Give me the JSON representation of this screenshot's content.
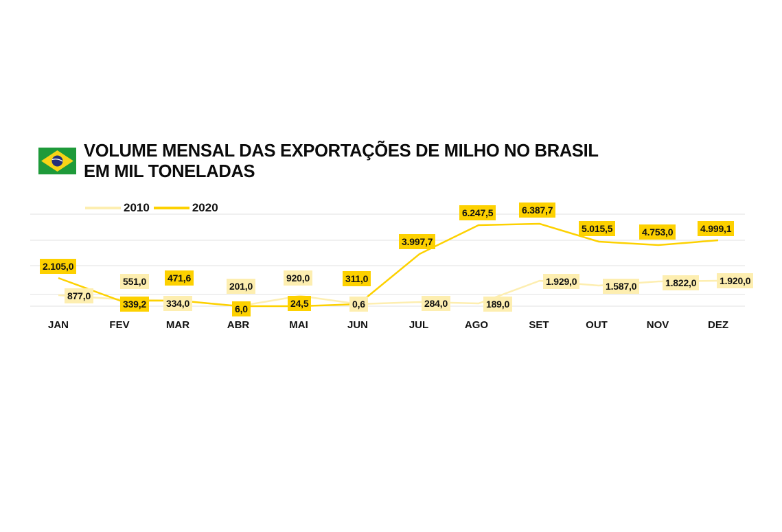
{
  "header": {
    "flag_icon": "brazil-flag-icon",
    "title_line1": "VOLUME MENSAL DAS EXPORTAÇÕES DE MILHO NO BRASIL",
    "title_line2": "EM MIL TONELADAS"
  },
  "legend": {
    "items": [
      {
        "label": "2010",
        "color": "#fdeeb0"
      },
      {
        "label": "2020",
        "color": "#fdd100"
      }
    ]
  },
  "months": [
    "JAN",
    "FEV",
    "MAR",
    "ABR",
    "MAI",
    "JUN",
    "JUL",
    "AGO",
    "SET",
    "OUT",
    "NOV",
    "DEZ"
  ],
  "labels": {
    "s2010": [
      "877,0",
      "551,0",
      "334,0",
      "201,0",
      "920,0",
      "0,6",
      "284,0",
      "189,0",
      "1.929,0",
      "1.587,0",
      "1.822,0",
      "1.920,0"
    ],
    "s2020": [
      "2.105,0",
      "339,2",
      "471,6",
      "6,0",
      "24,5",
      "311,0",
      "3.997,7",
      "6.247,5",
      "6.387,7",
      "5.015,5",
      "4.753,0",
      "4.999,1"
    ]
  },
  "chart_data": {
    "type": "line",
    "title": "VOLUME MENSAL DAS EXPORTAÇÕES DE MILHO NO BRASIL EM MIL TONELADAS",
    "xlabel": "",
    "ylabel": "mil toneladas",
    "categories": [
      "JAN",
      "FEV",
      "MAR",
      "ABR",
      "MAI",
      "JUN",
      "JUL",
      "AGO",
      "SET",
      "OUT",
      "NOV",
      "DEZ"
    ],
    "series": [
      {
        "name": "2010",
        "color": "#fdeeb0",
        "values": [
          877.0,
          551.0,
          334.0,
          201.0,
          920.0,
          0.6,
          284.0,
          189.0,
          1929.0,
          1587.0,
          1822.0,
          1920.0
        ]
      },
      {
        "name": "2020",
        "color": "#fdd100",
        "values": [
          2105.0,
          339.2,
          471.6,
          6.0,
          24.5,
          311.0,
          3997.7,
          6247.5,
          6387.7,
          5015.5,
          4753.0,
          4999.1
        ]
      }
    ],
    "grid": true,
    "legend_position": "top-left",
    "number_format": "pt-BR (thousands '.', decimal ',')"
  }
}
